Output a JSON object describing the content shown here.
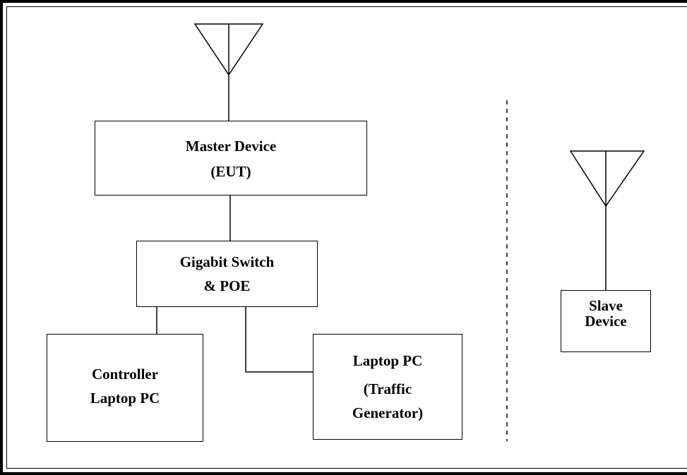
{
  "diagram": {
    "master": {
      "line1": "Master Device",
      "line2": "(EUT)"
    },
    "switch": {
      "line1": "Gigabit Switch",
      "line2": "& POE"
    },
    "controller": {
      "line1": "Controller",
      "line2": "Laptop PC"
    },
    "laptop": {
      "line1": "Laptop PC",
      "line2": "(Traffic",
      "line3": "Generator)"
    },
    "slave": {
      "line1": "Slave",
      "line2": "Device"
    }
  }
}
